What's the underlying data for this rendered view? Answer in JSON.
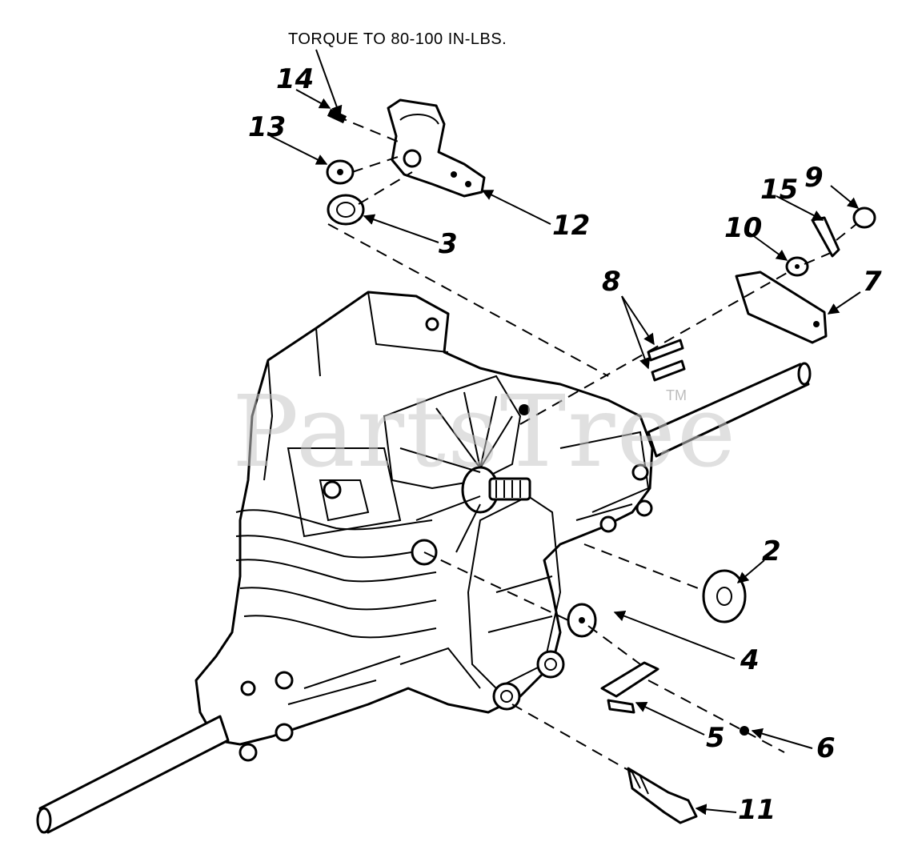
{
  "note": {
    "torque": "TORQUE TO 80-100 IN-LBS."
  },
  "watermark": {
    "brand": "PartsTree",
    "trademark": "TM"
  },
  "callouts": {
    "c2": "2",
    "c3": "3",
    "c4": "4",
    "c5": "5",
    "c6": "6",
    "c7": "7",
    "c8": "8",
    "c9": "9",
    "c10": "10",
    "c11": "11",
    "c12": "12",
    "c13": "13",
    "c14": "14",
    "c15": "15"
  }
}
